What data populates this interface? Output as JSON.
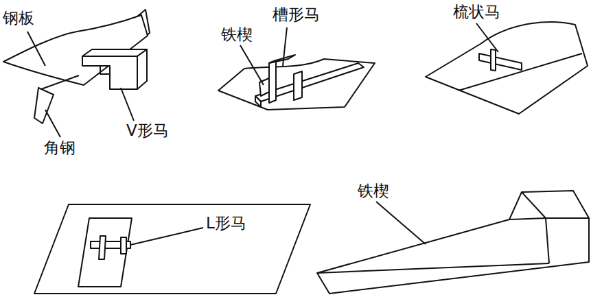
{
  "diagram": {
    "labels": [
      "钢板",
      "角钢",
      "V形马",
      "铁楔",
      "槽形马",
      "梳状马",
      "L形马",
      "铁楔"
    ]
  }
}
